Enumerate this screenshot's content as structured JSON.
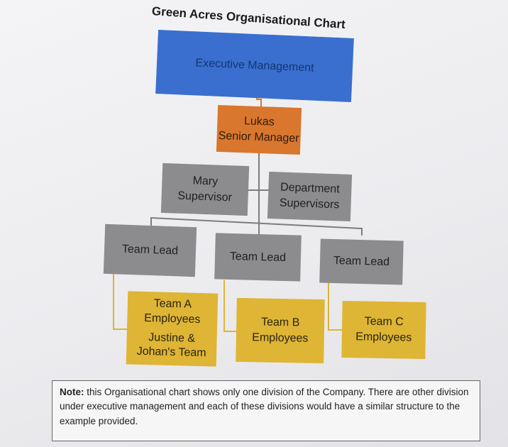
{
  "title": "Green Acres Organisational Chart",
  "executive": {
    "label": "Executive Management"
  },
  "senior": {
    "name": "Lukas",
    "role": "Senior Manager"
  },
  "supervisors": {
    "mary": {
      "name": "Mary",
      "role": "Supervisor"
    },
    "department": {
      "line1": "Department",
      "line2": "Supervisors"
    }
  },
  "team_leads": [
    {
      "label": "Team Lead"
    },
    {
      "label": "Team Lead"
    },
    {
      "label": "Team Lead"
    }
  ],
  "teams": [
    {
      "line1": "Team A",
      "line2": "Employees",
      "line3": "Justine &",
      "line4": "Johan's Team"
    },
    {
      "line1": "Team B",
      "line2": "Employees"
    },
    {
      "line1": "Team C",
      "line2": "Employees"
    }
  ],
  "note": {
    "label": "Note:",
    "text": "this Organisational chart shows only one division of the Company.  There are other division under executive management and each of these divisions would have a similar structure to the example provided."
  },
  "colors": {
    "executive": "#3a6fcf",
    "senior": "#d9772e",
    "supervisor": "#8c8c8e",
    "team": "#deb534"
  }
}
